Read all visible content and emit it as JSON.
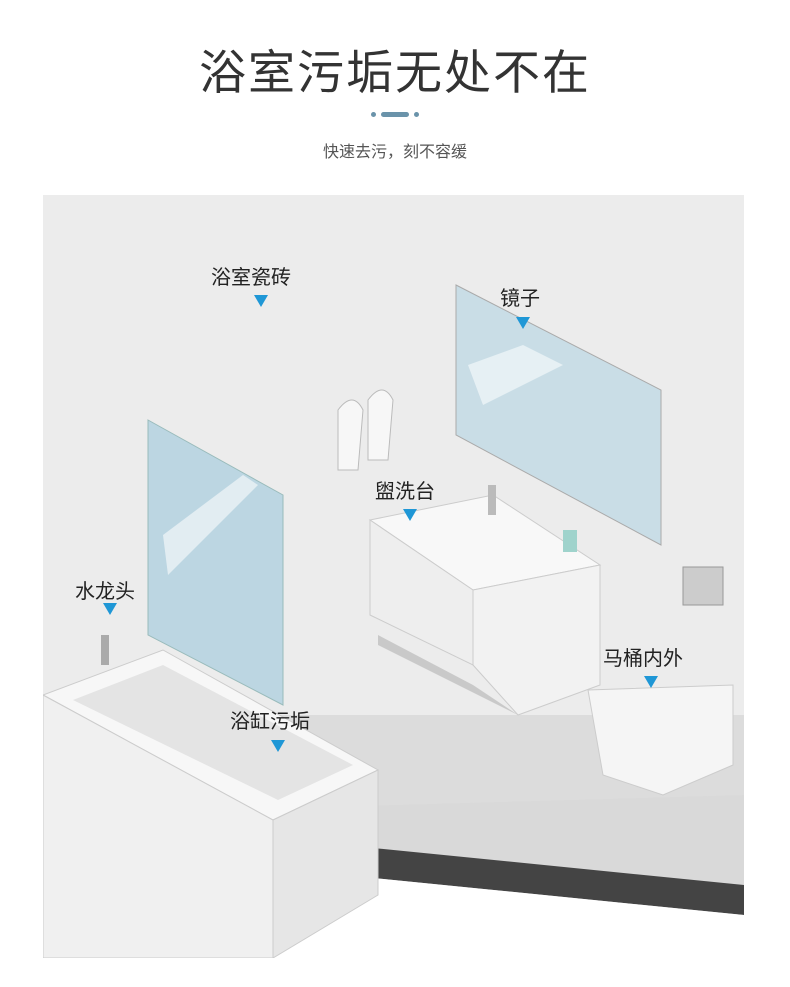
{
  "header": {
    "title": "浴室污垢无处不在",
    "subtitle": "快速去污，刻不容缓"
  },
  "labels": {
    "tiles": "浴室瓷砖",
    "mirror": "镜子",
    "basin": "盥洗台",
    "faucet": "水龙头",
    "bathtub": "浴缸污垢",
    "toilet": "马桶内外"
  },
  "colors": {
    "marker": "#1f97d6",
    "accent": "#6a93aa"
  }
}
